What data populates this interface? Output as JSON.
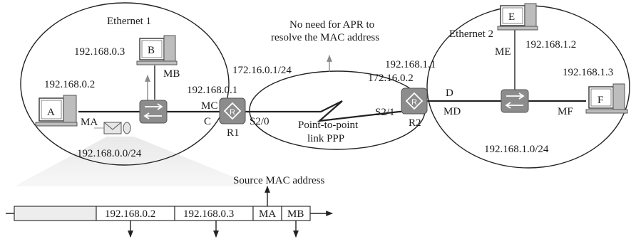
{
  "networks": {
    "ethernet1": {
      "name": "Ethernet 1",
      "subnet": "192.168.0.0/24"
    },
    "ethernet2": {
      "name": "Ethernet 2",
      "subnet": "192.168.1.0/24"
    },
    "ppp_link": {
      "label_line1": "Point-to-point",
      "label_line2": "link PPP"
    }
  },
  "annotation": {
    "line1": "No need for APR to",
    "line2": "resolve the MAC address"
  },
  "hosts": {
    "A": {
      "name": "A",
      "ip": "192.168.0.2",
      "mac": "MA"
    },
    "B": {
      "name": "B",
      "ip": "192.168.0.3",
      "mac": "MB"
    },
    "E": {
      "name": "E",
      "ip": "192.168.1.2",
      "mac": "ME"
    },
    "F": {
      "name": "F",
      "ip": "192.168.1.3",
      "mac": "MF"
    }
  },
  "routers": {
    "R1": {
      "name": "R1",
      "lan_ip": "192.168.0.1",
      "lan_mac": "MC",
      "lan_port": "C",
      "wan_ip": "172.16.0.1/24",
      "wan_port": "S2/0"
    },
    "R2": {
      "name": "R2",
      "lan_ip": "192.168.1.1",
      "lan_mac": "MD",
      "lan_port": "D",
      "wan_ip": "172.16.0.2",
      "wan_port": "S2/1"
    }
  },
  "frame": {
    "source_mac_label": "Source MAC address",
    "fields": [
      "192.168.0.2",
      "192.168.0.3",
      "MA",
      "MB"
    ]
  },
  "colors": {
    "device_gray": "#8c8c8c",
    "terminal_gray": "#bdbdbd",
    "frame_fill": "#ededed",
    "zoom_fill": "#eeeeee"
  }
}
